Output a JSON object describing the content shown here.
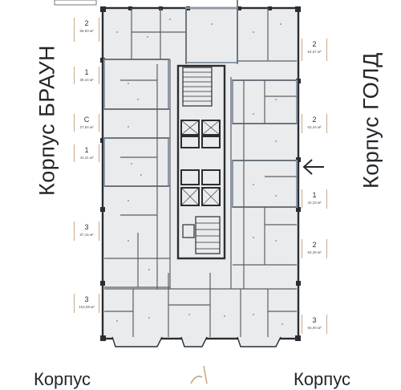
{
  "building_left": "Корпус БРАУН",
  "building_right": "Корпус ГОЛД",
  "bottom_left": "Корпус",
  "bottom_right": "Корпус",
  "arrow_icon": "arrow-left-icon",
  "colors": {
    "accent": "#c9a987",
    "wall": "#2a2e33",
    "selected": "#8e9aa6",
    "floor": "#e9ebed"
  },
  "left_tags": [
    {
      "rooms": "2",
      "area": "68,93 м²"
    },
    {
      "rooms": "1",
      "area": "38,44 м²"
    },
    {
      "rooms": "С",
      "area": "27,84 м²"
    },
    {
      "rooms": "1",
      "area": "44,31 м²"
    },
    {
      "rooms": "3",
      "area": "87,16 м²"
    },
    {
      "rooms": "3",
      "area": "104,89 м²"
    }
  ],
  "right_tags": [
    {
      "rooms": "2",
      "area": "64,67 м²"
    },
    {
      "rooms": "2",
      "area": "63,44 м²"
    },
    {
      "rooms": "1",
      "area": "42,33 м²"
    },
    {
      "rooms": "2",
      "area": "63,39 м²"
    },
    {
      "rooms": "3",
      "area": "94,00 м²"
    }
  ]
}
